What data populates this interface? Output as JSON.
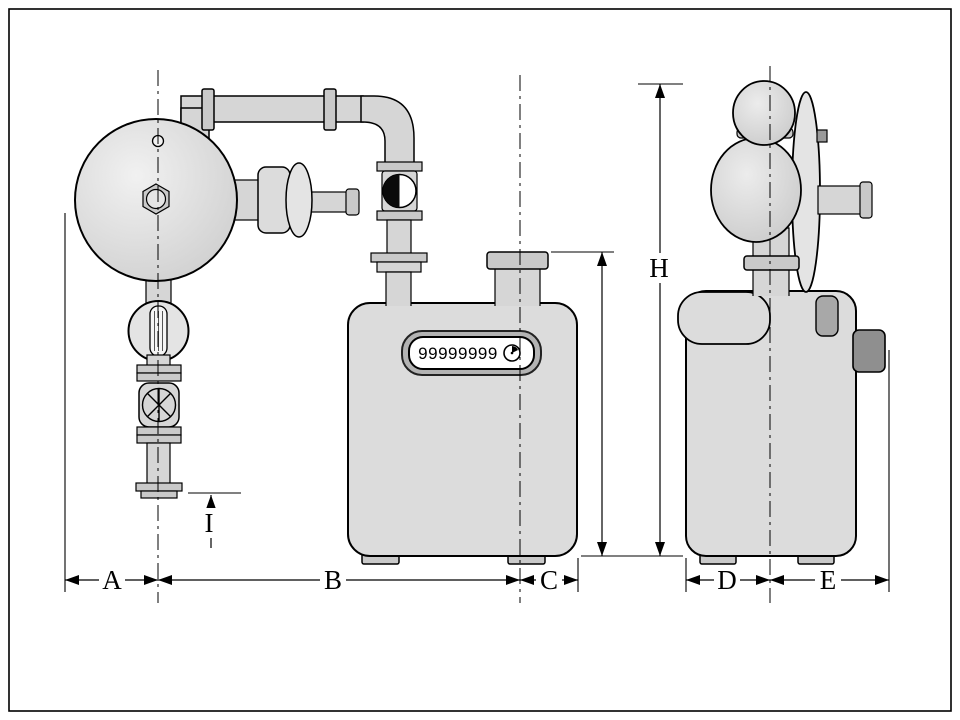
{
  "dimension_labels": {
    "a": "A",
    "b": "B",
    "c": "C",
    "d": "D",
    "e": "E",
    "h": "H",
    "i": "I"
  },
  "meter_display": {
    "counter_value": "99999999"
  },
  "colors": {
    "line": "#000000",
    "background": "#ffffff",
    "meter_body_fill": "#dcdcdc",
    "pipe_fill": "#d6d6d6",
    "flange_fill": "#c9c9c9",
    "highlight_fill": "#e4e4e4",
    "display_frame_fill": "#b3b3b3",
    "display_window_fill": "#ffffff",
    "outlet_stub_fill": "#8f8f8f",
    "valve_ball_dark": "#0a0a0a"
  }
}
